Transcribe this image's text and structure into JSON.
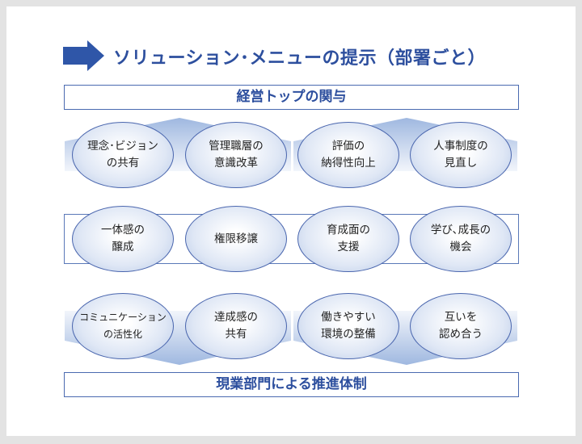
{
  "title": "ソリューション･メニューの提示（部署ごと）",
  "top_header": "経営トップの関与",
  "bottom_header": "現業部門による推進体制",
  "rows": [
    [
      {
        "l1": "理念･ビジョン",
        "l2": "の共有"
      },
      {
        "l1": "管理職層の",
        "l2": "意識改革"
      },
      {
        "l1": "評価の",
        "l2": "納得性向上"
      },
      {
        "l1": "人事制度の",
        "l2": "見直し"
      }
    ],
    [
      {
        "l1": "一体感の",
        "l2": "醸成"
      },
      {
        "l1": "権限移譲",
        "l2": ""
      },
      {
        "l1": "育成面の",
        "l2": "支援"
      },
      {
        "l1": "学び､成長の",
        "l2": "機会"
      }
    ],
    [
      {
        "l1": "コミュニケーション",
        "l2": "の活性化"
      },
      {
        "l1": "達成感の",
        "l2": "共有"
      },
      {
        "l1": "働きやすい",
        "l2": "環境の整備"
      },
      {
        "l1": "互いを",
        "l2": "認め合う"
      }
    ]
  ],
  "colors": {
    "accent": "#2d4f9e",
    "arrow": "#2f56a8"
  }
}
